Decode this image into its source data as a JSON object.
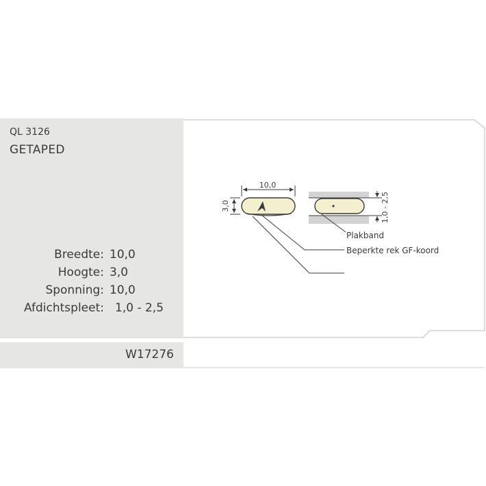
{
  "product": {
    "code": "QL 3126",
    "title": "GETAPED"
  },
  "specs": [
    {
      "label": "Breedte:",
      "value": "10,0"
    },
    {
      "label": "Hoogte:",
      "value": "3,0"
    },
    {
      "label": "Sponning:",
      "value": "10,0"
    },
    {
      "label": "Afdichtspleet:",
      "value": "1,0 - 2,5"
    }
  ],
  "footer": {
    "article_number": "W17276"
  },
  "diagram": {
    "width_dim": "10,0",
    "height_dim": "3,0",
    "gap_dim": "1,0 - 2,5",
    "callout_tape": "Plakband",
    "callout_cord": "Beperkte rek GF-koord"
  },
  "colors": {
    "panel": "#e6e6e4",
    "profile_fill": "#f3efcf",
    "tape_fill": "#d3d3d3",
    "line": "#3a3a3a"
  }
}
